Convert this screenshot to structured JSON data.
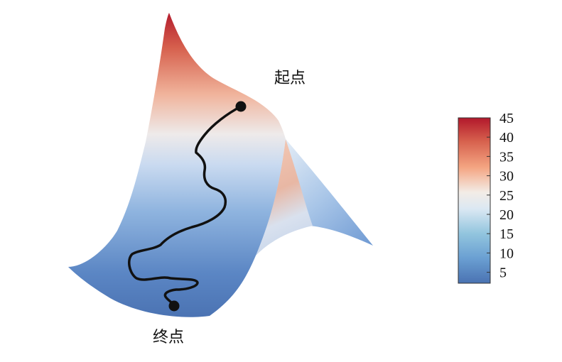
{
  "labels": {
    "start": "起点",
    "end": "终点"
  },
  "colorbar": {
    "ticks": [
      "45",
      "40",
      "35",
      "30",
      "25",
      "20",
      "15",
      "10",
      "5"
    ],
    "colors": [
      "#b2182b",
      "#d6604d",
      "#f4a582",
      "#f0e6e0",
      "#dbe8f3",
      "#92c5de",
      "#6a9fd2",
      "#4a78b8"
    ]
  },
  "path": {
    "color": "#111111"
  }
}
